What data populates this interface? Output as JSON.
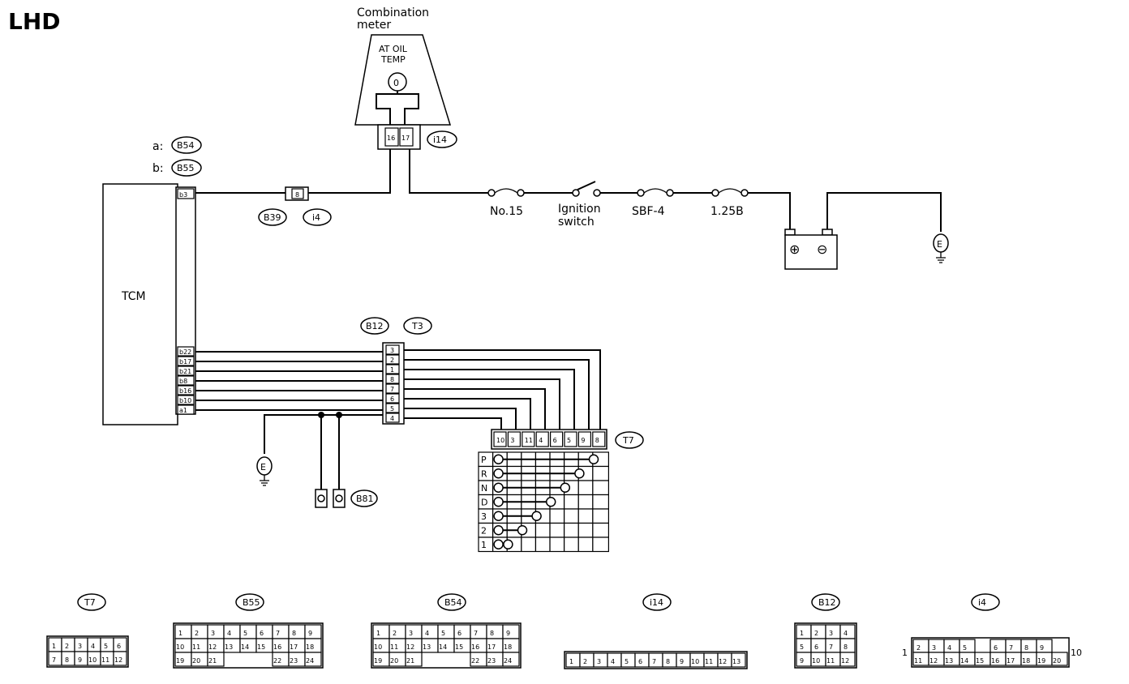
{
  "header": {
    "title": "LHD"
  },
  "meter": {
    "name_line1": "Combination",
    "name_line2": "meter",
    "gauge_line1": "AT OIL",
    "gauge_line2": "TEMP",
    "gauge_symbol": "0",
    "pin_left": "16",
    "pin_right": "17"
  },
  "connector_refs": {
    "meter": "i14",
    "tcm_a_label": "a:",
    "tcm_a": "B54",
    "tcm_b_label": "b:",
    "tcm_b": "B55",
    "joint_b": "B39",
    "joint_i": "i4",
    "mid_b": "B12",
    "mid_i": "T3",
    "inhibitor": "T7",
    "ground": "B81"
  },
  "tcm": {
    "label": "TCM",
    "top_pin": "b3",
    "pins": [
      "b22",
      "b17",
      "b21",
      "b8",
      "b16",
      "b10",
      "a1"
    ]
  },
  "joint_pin": "8",
  "power_chain": [
    {
      "label": "No.15",
      "type": "fuse"
    },
    {
      "label_line1": "Ignition",
      "label_line2": "switch",
      "type": "switch"
    },
    {
      "label": "SBF-4",
      "type": "fuse"
    },
    {
      "label": "1.25B",
      "type": "fuse"
    }
  ],
  "battery": {
    "plus": "⊕",
    "minus": "⊖"
  },
  "ground_symbol": "E",
  "mid_connector_pins": [
    "3",
    "2",
    "1",
    "8",
    "7",
    "6",
    "5",
    "4"
  ],
  "inhibitor_pins": [
    "10",
    "3",
    "11",
    "4",
    "6",
    "5",
    "9",
    "8"
  ],
  "positions": [
    "P",
    "R",
    "N",
    "D",
    "3",
    "2",
    "1"
  ],
  "bottom_connectors": [
    {
      "name": "T7",
      "rows": [
        [
          "1",
          "2",
          "3",
          "4",
          "5",
          "6"
        ],
        [
          "7",
          "8",
          "9",
          "10",
          "11",
          "12"
        ]
      ]
    },
    {
      "name": "B55",
      "rows": [
        [
          "1",
          "2",
          "3",
          "4",
          "5",
          "6",
          "7",
          "8",
          "9"
        ],
        [
          "10",
          "11",
          "12",
          "13",
          "14",
          "15",
          "16",
          "17",
          "18"
        ],
        [
          "19",
          "20",
          "21",
          "",
          "",
          "",
          "22",
          "23",
          "24"
        ]
      ]
    },
    {
      "name": "B54",
      "rows": [
        [
          "1",
          "2",
          "3",
          "4",
          "5",
          "6",
          "7",
          "8",
          "9"
        ],
        [
          "10",
          "11",
          "12",
          "13",
          "14",
          "15",
          "16",
          "17",
          "18"
        ],
        [
          "19",
          "20",
          "21",
          "",
          "",
          "",
          "22",
          "23",
          "24"
        ]
      ]
    },
    {
      "name": "i14",
      "rows": [
        [
          "1",
          "2",
          "3",
          "4",
          "5",
          "6",
          "7",
          "8",
          "9",
          "10",
          "11",
          "12",
          "13"
        ]
      ]
    },
    {
      "name": "B12",
      "rows": [
        [
          "1",
          "2",
          "3",
          "4"
        ],
        [
          "5",
          "6",
          "7",
          "8"
        ],
        [
          "9",
          "10",
          "11",
          "12"
        ]
      ]
    },
    {
      "name": "i4",
      "left_pin": "1",
      "right_pin": "10",
      "rows": [
        [
          "2",
          "3",
          "4",
          "5",
          "",
          "6",
          "7",
          "8",
          "9"
        ],
        [
          "11",
          "12",
          "13",
          "14",
          "15",
          "16",
          "17",
          "18",
          "19",
          "20"
        ]
      ]
    }
  ]
}
